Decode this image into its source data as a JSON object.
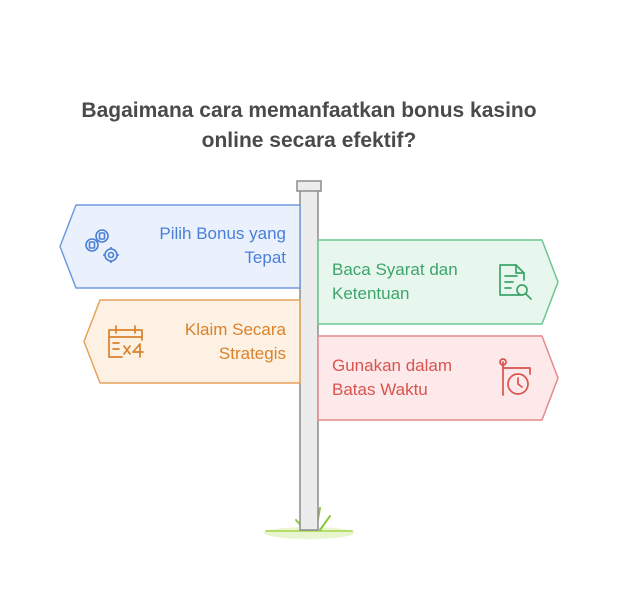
{
  "title": {
    "line1": "Bagaimana cara memanfaatkan bonus kasino",
    "line2": "online secara efektif?"
  },
  "signs": [
    {
      "line1": "Pilih Bonus yang",
      "line2": "Tepat",
      "color": "#4a7fd6",
      "fill": "#eaf1fd",
      "icon": "coins-gear-icon"
    },
    {
      "line1": "Baca Syarat dan",
      "line2": "Ketentuan",
      "color": "#3da46a",
      "fill": "#e8f7ee",
      "icon": "document-search-icon"
    },
    {
      "line1": "Klaim Secara",
      "line2": "Strategis",
      "color": "#d9822b",
      "fill": "#fdf1e4",
      "icon": "calendar-multiply-icon"
    },
    {
      "line1": "Gunakan dalam",
      "line2": "Batas Waktu",
      "color": "#d9534f",
      "fill": "#fde9e9",
      "icon": "clock-sign-icon"
    }
  ]
}
